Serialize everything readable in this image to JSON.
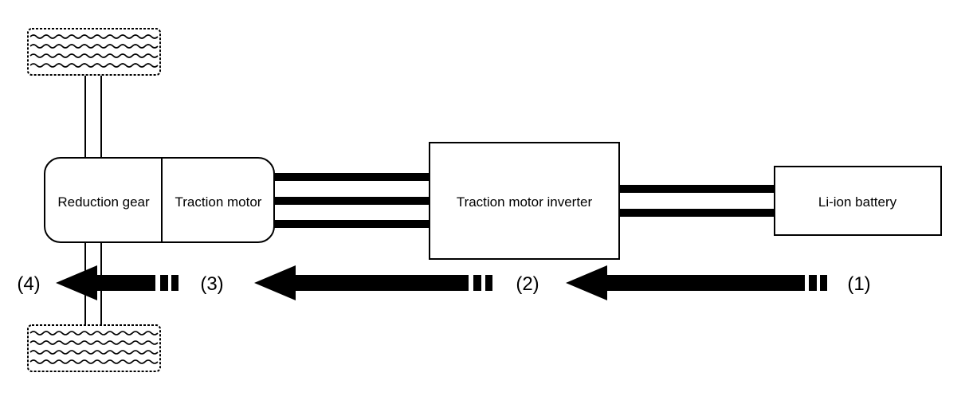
{
  "components": {
    "reduction_gear": "Reduction gear",
    "traction_motor": "Traction motor",
    "inverter": "Traction motor inverter",
    "battery": "Li-ion battery"
  },
  "steps": {
    "s1": "(1)",
    "s2": "(2)",
    "s3": "(3)",
    "s4": "(4)"
  },
  "colors": {
    "line": "#000000",
    "background": "#ffffff"
  }
}
